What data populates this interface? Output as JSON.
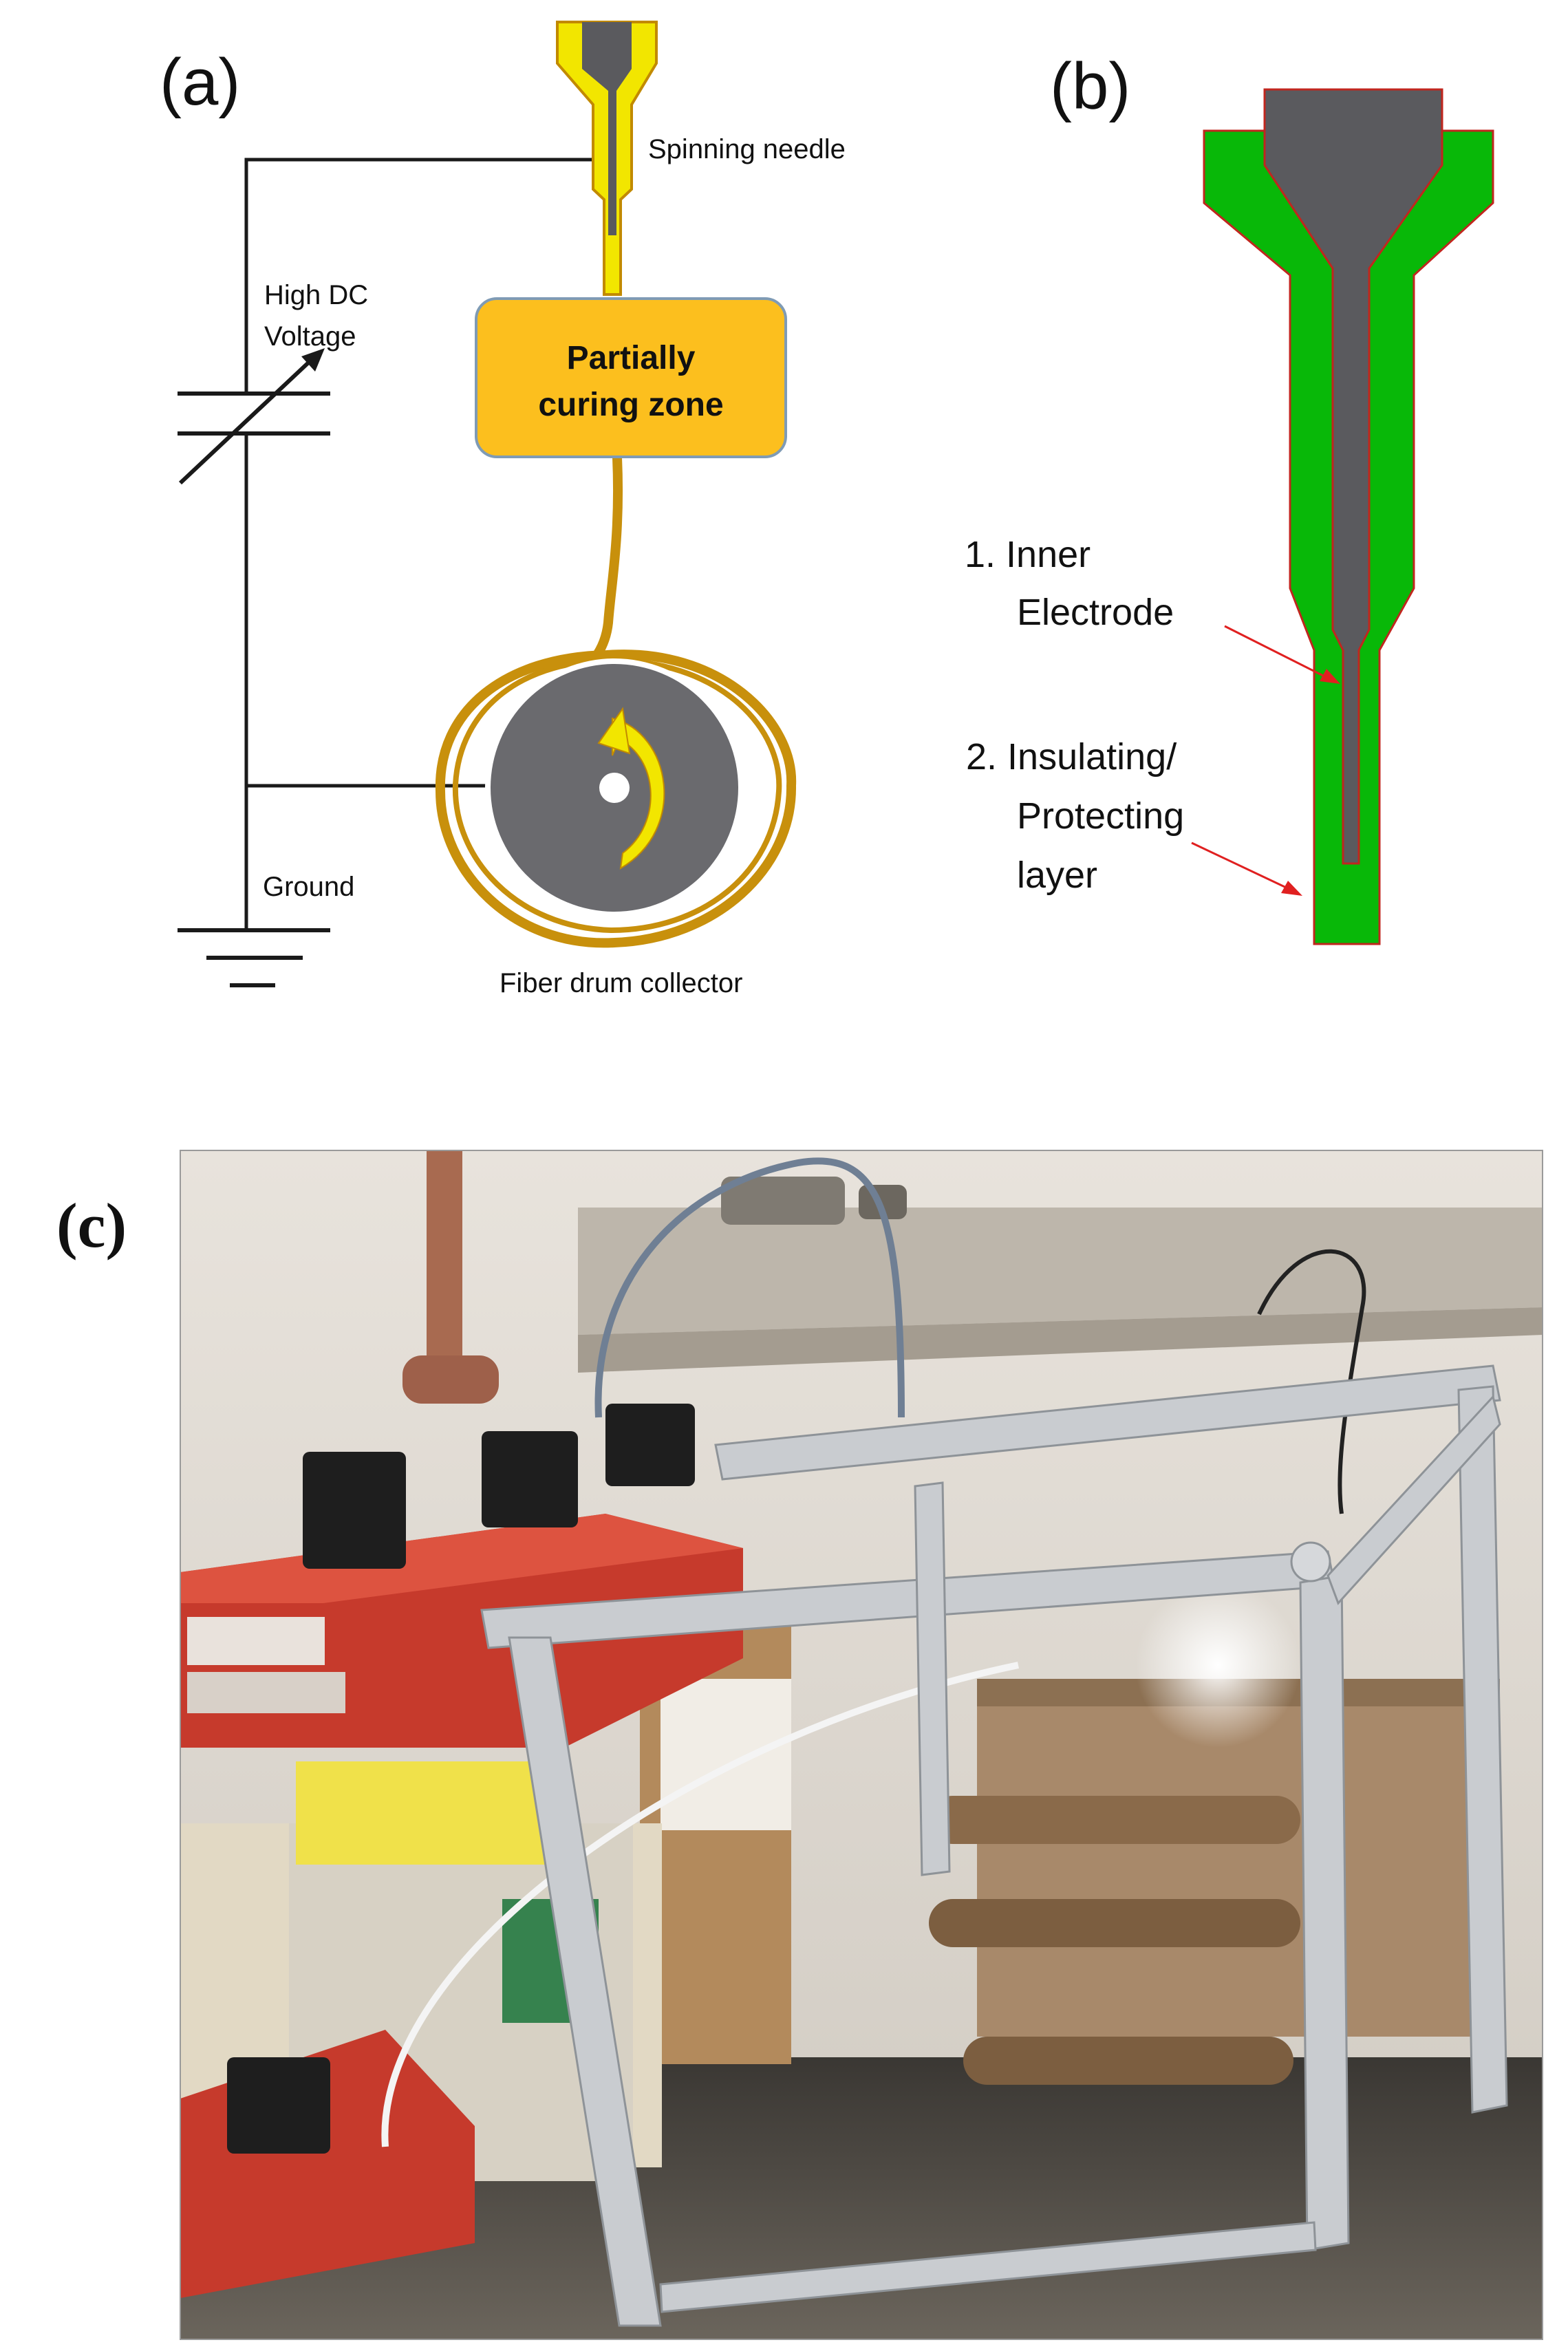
{
  "panel_a": {
    "label": "(a)",
    "needle_label": "Spinning needle",
    "voltage_label_line1": "High DC",
    "voltage_label_line2": "Voltage",
    "curing_line1": "Partially",
    "curing_line2": "curing zone",
    "ground_label": "Ground",
    "collector_label": "Fiber drum collector"
  },
  "panel_b": {
    "label": "(b)",
    "item1_line1": "1. Inner",
    "item1_line2": "Electrode",
    "item2_line1": "2. Insulating/",
    "item2_line2": "Protecting",
    "item2_line3": "layer"
  },
  "panel_c": {
    "label": "(c)"
  },
  "colors": {
    "needle_yellow": "#f2e600",
    "electrode_grey": "#5a5a5e",
    "curing_fill": "#fcbf1e",
    "fiber_brown": "#c8900c",
    "drum_grey": "#6a6a6e",
    "insulator_green": "#08b808",
    "outline_red": "#c0261e"
  }
}
